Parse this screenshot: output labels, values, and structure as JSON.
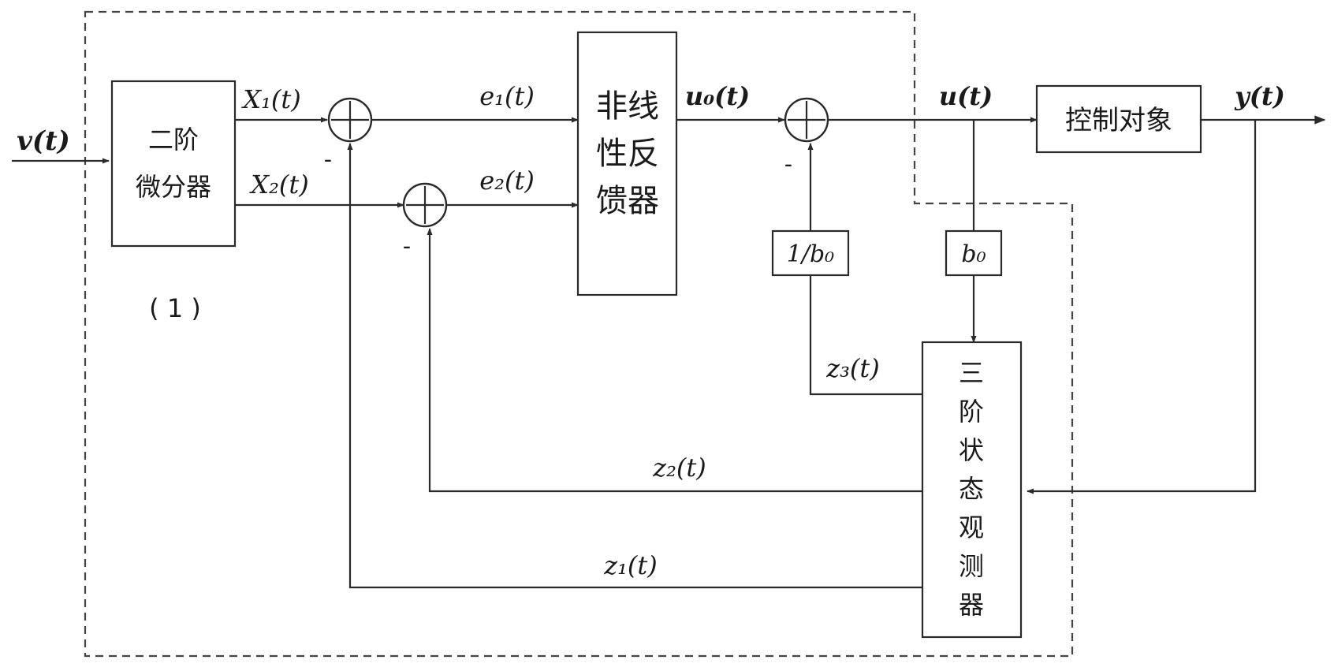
{
  "blocks": {
    "differentiator": [
      "二阶",
      "微分器"
    ],
    "nonlinear_feedback": [
      "非线",
      "性反",
      "馈器"
    ],
    "plant": "控制对象",
    "observer": [
      "三",
      "阶",
      "状",
      "态",
      "观",
      "测",
      "器"
    ],
    "gain_inverse": "1/b₀",
    "gain": "b₀"
  },
  "signals": {
    "input": "v(t)",
    "x1": "X₁(t)",
    "x2": "X₂(t)",
    "e1": "e₁(t)",
    "e2": "e₂(t)",
    "u0": "u₀(t)",
    "u": "u(t)",
    "y": "y(t)",
    "z1": "z₁(t)",
    "z2": "z₂(t)",
    "z3": "z₃(t)"
  },
  "sign_marks": {
    "sum1": "-",
    "sum2": "-",
    "sum3": "-"
  },
  "annotation": "( 1 )"
}
